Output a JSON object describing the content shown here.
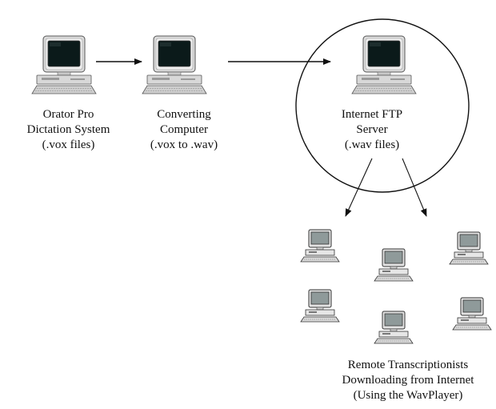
{
  "nodes": {
    "orator": {
      "lines": [
        "Orator Pro",
        "Dictation System",
        "(.vox files)"
      ]
    },
    "converting": {
      "lines": [
        "Converting",
        "Computer",
        "(.vox to .wav)"
      ]
    },
    "ftp": {
      "lines": [
        "Internet FTP",
        "Server",
        "(.wav files)"
      ]
    },
    "remote": {
      "lines": [
        "Remote Transcriptionists",
        "Downloading from Internet",
        "(Using the WavPlayer)"
      ]
    }
  },
  "icons": {
    "large_computer": "desktop-computer-icon",
    "small_computer": "desktop-computer-icon"
  },
  "colors": {
    "line": "#111111",
    "monitor_body": "#d9d9d9",
    "screen": "#0b1a1a"
  }
}
